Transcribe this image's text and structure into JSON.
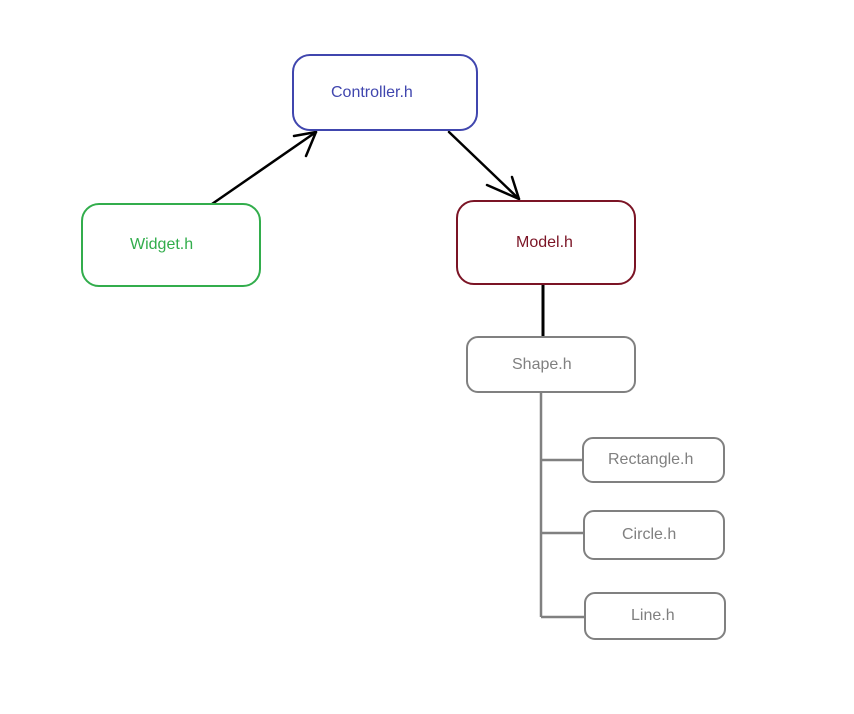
{
  "nodes": {
    "controller": {
      "label": "Controller.h",
      "color": "#4046ae"
    },
    "widget": {
      "label": "Widget.h",
      "color": "#32ad4c"
    },
    "model": {
      "label": "Model.h",
      "color": "#7b1425"
    },
    "shape": {
      "label": "Shape.h",
      "color": "#808080"
    },
    "rectangle": {
      "label": "Rectangle.h",
      "color": "#808080"
    },
    "circle": {
      "label": "Circle.h",
      "color": "#808080"
    },
    "line": {
      "label": "Line.h",
      "color": "#808080"
    }
  },
  "edges": [
    {
      "from": "widget",
      "to": "controller",
      "style": "arrow",
      "color": "#000000"
    },
    {
      "from": "controller",
      "to": "model",
      "style": "arrow",
      "color": "#000000"
    },
    {
      "from": "model",
      "to": "shape",
      "style": "line",
      "color": "#000000"
    },
    {
      "from": "shape",
      "to": "rectangle",
      "style": "line",
      "color": "#808080"
    },
    {
      "from": "shape",
      "to": "circle",
      "style": "line",
      "color": "#808080"
    },
    {
      "from": "shape",
      "to": "line",
      "style": "line",
      "color": "#808080"
    }
  ]
}
